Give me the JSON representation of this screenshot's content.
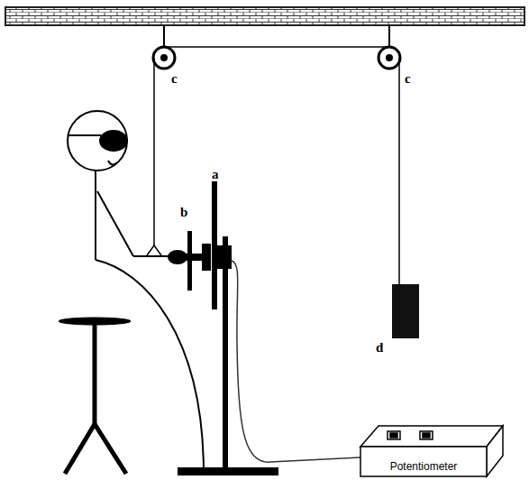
{
  "diagram": {
    "nodes": [
      {
        "text": [
          "Potentiometer"
        ]
      }
    ],
    "labels": [
      "a",
      "b",
      "c",
      "c",
      "d"
    ]
  }
}
